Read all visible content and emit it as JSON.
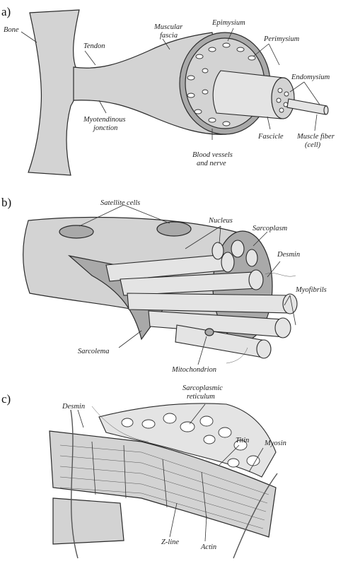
{
  "panels": {
    "a": {
      "letter": "a)",
      "labels": {
        "bone": "Bone",
        "tendon": "Tendon",
        "muscular_fascia_1": "Muscular",
        "muscular_fascia_2": "fascia",
        "epimysium": "Epimysium",
        "perimysium": "Perimysium",
        "endomysium": "Endomysium",
        "myotendinous_1": "Myotendinous",
        "myotendinous_2": "jonction",
        "muscle_fiber_1": "Muscle fiber",
        "muscle_fiber_2": "(cell)",
        "fascicle": "Fascicle",
        "blood_vessels_1": "Blood vessels",
        "blood_vessels_2": "and nerve"
      }
    },
    "b": {
      "letter": "b)",
      "labels": {
        "satellite_cells": "Satellite cells",
        "nucleus": "Nucleus",
        "sarcoplasm": "Sarcoplasm",
        "desmin": "Desmin",
        "myofibrils": "Myofibrils",
        "sarcolema": "Sarcolema",
        "mitochondrion": "Mitochondrion"
      }
    },
    "c": {
      "letter": "c)",
      "labels": {
        "sarcoplasmic_1": "Sarcoplasmic",
        "sarcoplasmic_2": "reticulum",
        "desmin": "Desmin",
        "titin": "Titin",
        "myosin": "Myosin",
        "z_line": "Z-line",
        "actin": "Actin"
      }
    }
  }
}
